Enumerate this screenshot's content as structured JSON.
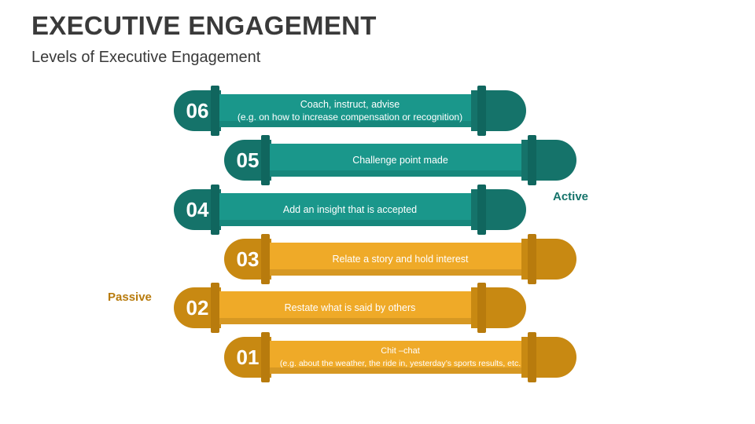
{
  "title": "EXECUTIVE ENGAGEMENT",
  "subtitle": "Levels of Executive Engagement",
  "levels": [
    {
      "number": "06",
      "line1": "Coach, instruct, advise",
      "line2": "(e.g. on how to increase compensation or recognition)",
      "color": "#1a978b"
    },
    {
      "number": "05",
      "line1": "Challenge point made",
      "line2": "",
      "color": "#1a978b"
    },
    {
      "number": "04",
      "line1": "Add an insight that is accepted",
      "line2": "",
      "color": "#1a978b"
    },
    {
      "number": "03",
      "line1": "Relate a story and hold interest",
      "line2": "",
      "color": "#efaa28"
    },
    {
      "number": "02",
      "line1": "Restate what is said by others",
      "line2": "",
      "color": "#efaa28"
    },
    {
      "number": "01",
      "line1": "Chit –chat",
      "line2": "(e.g. about the weather, the ride in, yesterday’s sports results, etc.",
      "color": "#efaa28"
    }
  ],
  "active_label": "Active",
  "passive_label": "Passive",
  "colors": {
    "active": "#15736a",
    "passive": "#b87b0d",
    "title": "#3a3a3a"
  }
}
